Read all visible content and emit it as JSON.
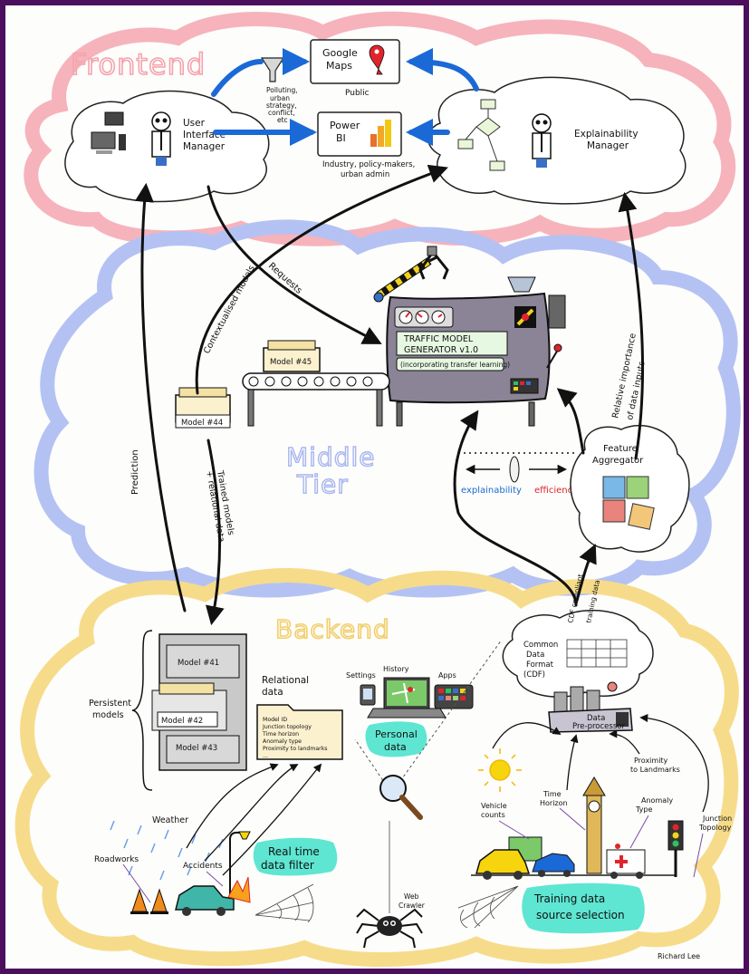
{
  "tiers": {
    "frontend": "Frontend",
    "middle_line1": "Middle",
    "middle_line2": "Tier",
    "backend": "Backend"
  },
  "frontend": {
    "ui_manager": [
      "User",
      "Interface",
      "Manager"
    ],
    "explainability_manager": [
      "Explainability",
      "Manager"
    ],
    "google_maps": [
      "Google",
      "Maps"
    ],
    "public": "Public",
    "power_bi": [
      "Power",
      "BI"
    ],
    "power_bi_users": [
      "Industry, policy-makers,",
      "urban admin"
    ],
    "filter_notes": [
      "Polluting,",
      "urban",
      "strategy,",
      "conflict,",
      "etc"
    ]
  },
  "middle": {
    "requests": "Requests",
    "contextualised": "Contextualised models",
    "prediction": "Prediction",
    "trained_models": [
      "Trained models",
      "+ relational data"
    ],
    "relative_importance": [
      "Relative importance",
      "of data inputs"
    ],
    "machine_lines": [
      "TRAFFIC MODEL",
      "GENERATOR v1.0"
    ],
    "machine_sub": "(incorporating transfer learning)",
    "model_44": "Model #44",
    "model_45": "Model #45",
    "explainability": "explainability",
    "efficiency": "efficiency",
    "feature_aggregator": [
      "Feature",
      "Aggregator"
    ]
  },
  "backend": {
    "persistent_models": [
      "Persistent",
      "models"
    ],
    "cabinet_models": [
      "Model #41",
      "Model #42",
      "Model #43"
    ],
    "relational_data": [
      "Relational",
      "data"
    ],
    "relational_items": [
      "Model ID",
      "Junction topology",
      "Time horizon",
      "Anomaly type",
      "Proximity to landmarks",
      "..."
    ],
    "settings": "Settings",
    "history": "History",
    "apps": "Apps",
    "personal_data": [
      "Personal",
      "data"
    ],
    "cdf": [
      "Common",
      "Data",
      "Format",
      "(CDF)"
    ],
    "cdf_compliant": [
      "CDF",
      "compliant",
      "training",
      "data"
    ],
    "preprocessor": [
      "Data",
      "Pre-processor"
    ],
    "vehicle_counts": [
      "Vehicle",
      "counts"
    ],
    "time_horizon": [
      "Time",
      "Horizon"
    ],
    "proximity": [
      "Proximity",
      "to Landmarks"
    ],
    "anomaly_type": [
      "Anomaly",
      "Type"
    ],
    "junction_topology": [
      "Junction",
      "Topology"
    ],
    "weather": "Weather",
    "roadworks": "Roadworks",
    "accidents": "Accidents",
    "real_time_filter": [
      "Real time",
      "data filter"
    ],
    "web_crawler": [
      "Web",
      "Crawler"
    ],
    "training_source": [
      "Training data",
      "source selection"
    ],
    "signature": "Richard Lee"
  },
  "colors": {
    "frontend_cloud": "#f6b3bb",
    "middle_cloud": "#b4c2f3",
    "backend_cloud": "#f6dc8a",
    "highlight": "#5ee6d2",
    "machine": "#8a8496",
    "folder": "#fbf1cf"
  }
}
